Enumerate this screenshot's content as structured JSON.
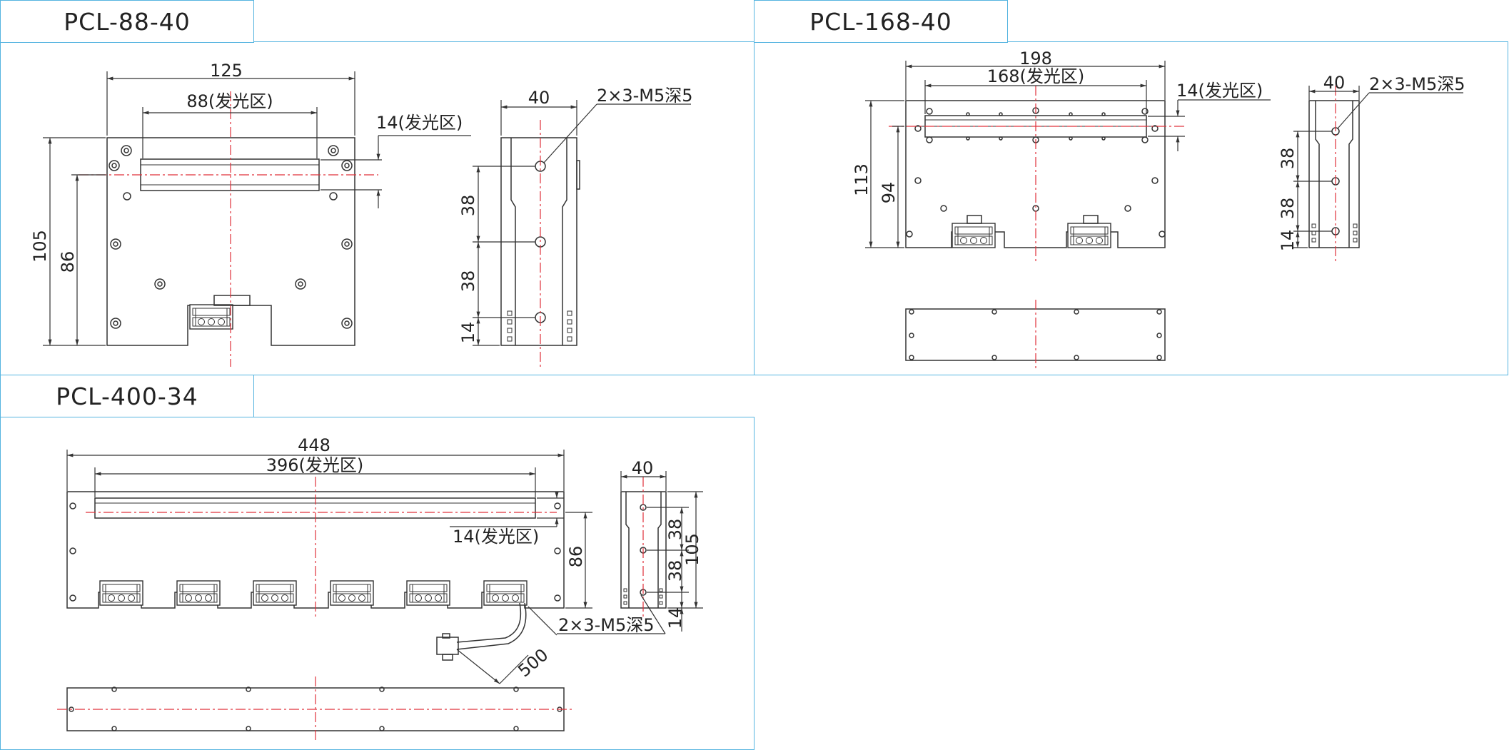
{
  "panels": {
    "p1": {
      "title": "PCL-88-40"
    },
    "p2": {
      "title": "PCL-168-40"
    },
    "p3": {
      "title": "PCL-400-34"
    }
  },
  "p1": {
    "width": "125",
    "emit": "88(发光区)",
    "emit_h": "14(发光区)",
    "height": "105",
    "h86": "86",
    "side_w": "40",
    "thread": "2×3-M5深5",
    "s38a": "38",
    "s38b": "38",
    "s14": "14"
  },
  "p2": {
    "width": "198",
    "emit": "168(发光区)",
    "emit_h": "14(发光区)",
    "height": "113",
    "h94": "94",
    "side_w": "40",
    "thread": "2×3-M5深5",
    "s38a": "38",
    "s38b": "38",
    "s14": "14"
  },
  "p3": {
    "width": "448",
    "emit": "396(发光区)",
    "emit_h": "14(发光区)",
    "h86": "86",
    "side_w": "40",
    "s38a": "38",
    "s38b": "38",
    "h105": "105",
    "s14": "14",
    "thread": "2×3-M5深5",
    "cable": "500"
  },
  "colors": {
    "frame": "#55b4e0",
    "line": "#333333",
    "center": "#e0303a"
  }
}
